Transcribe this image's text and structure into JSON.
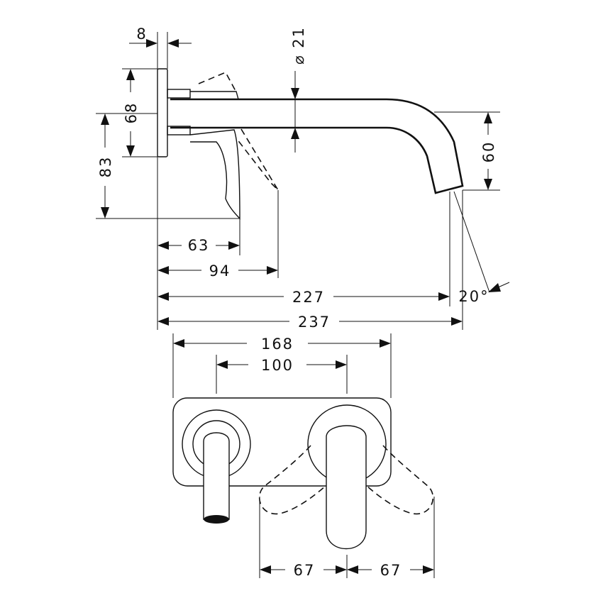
{
  "dimensions": {
    "rosette_thickness": "8",
    "pipe_diameter": "⌀ 21",
    "rosette_height": "68",
    "lever_height": "83",
    "spout_drop": "60",
    "lever_depth": "63",
    "lever_swing_depth": "94",
    "spout_reach": "227",
    "total_reach": "237",
    "plate_width": "168",
    "center_distance": "100",
    "lever_swing_left": "67",
    "lever_swing_right": "67",
    "spray_angle": "20°"
  }
}
